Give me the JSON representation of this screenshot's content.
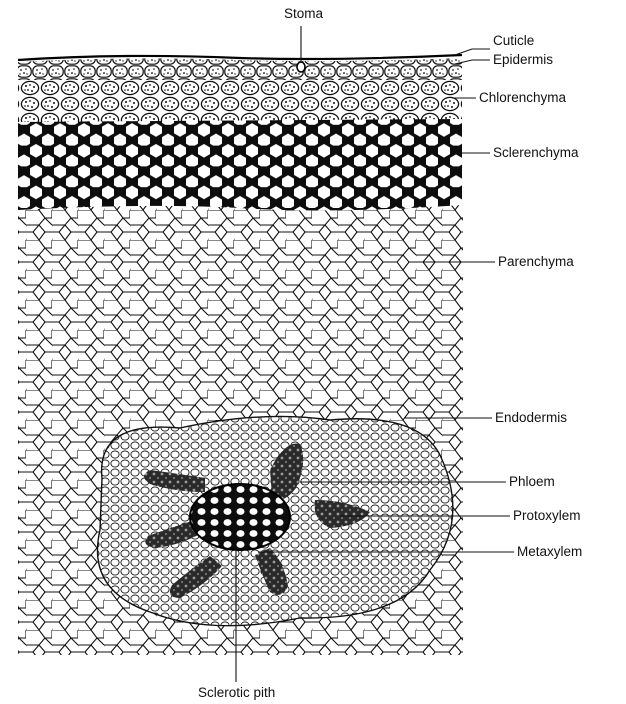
{
  "diagram": {
    "labels": {
      "stoma": "Stoma",
      "cuticle": "Cuticle",
      "epidermis": "Epidermis",
      "chlorenchyma": "Chlorenchyma",
      "sclerenchyma": "Sclerenchyma",
      "parenchyma": "Parenchyma",
      "endodermis": "Endodermis",
      "phloem": "Phloem",
      "protoxylem": "Protoxylem",
      "metaxylem": "Metaxylem",
      "sclerotic_pith": "Sclerotic pith"
    },
    "colors": {
      "ink": "#111111",
      "background": "#ffffff"
    }
  }
}
